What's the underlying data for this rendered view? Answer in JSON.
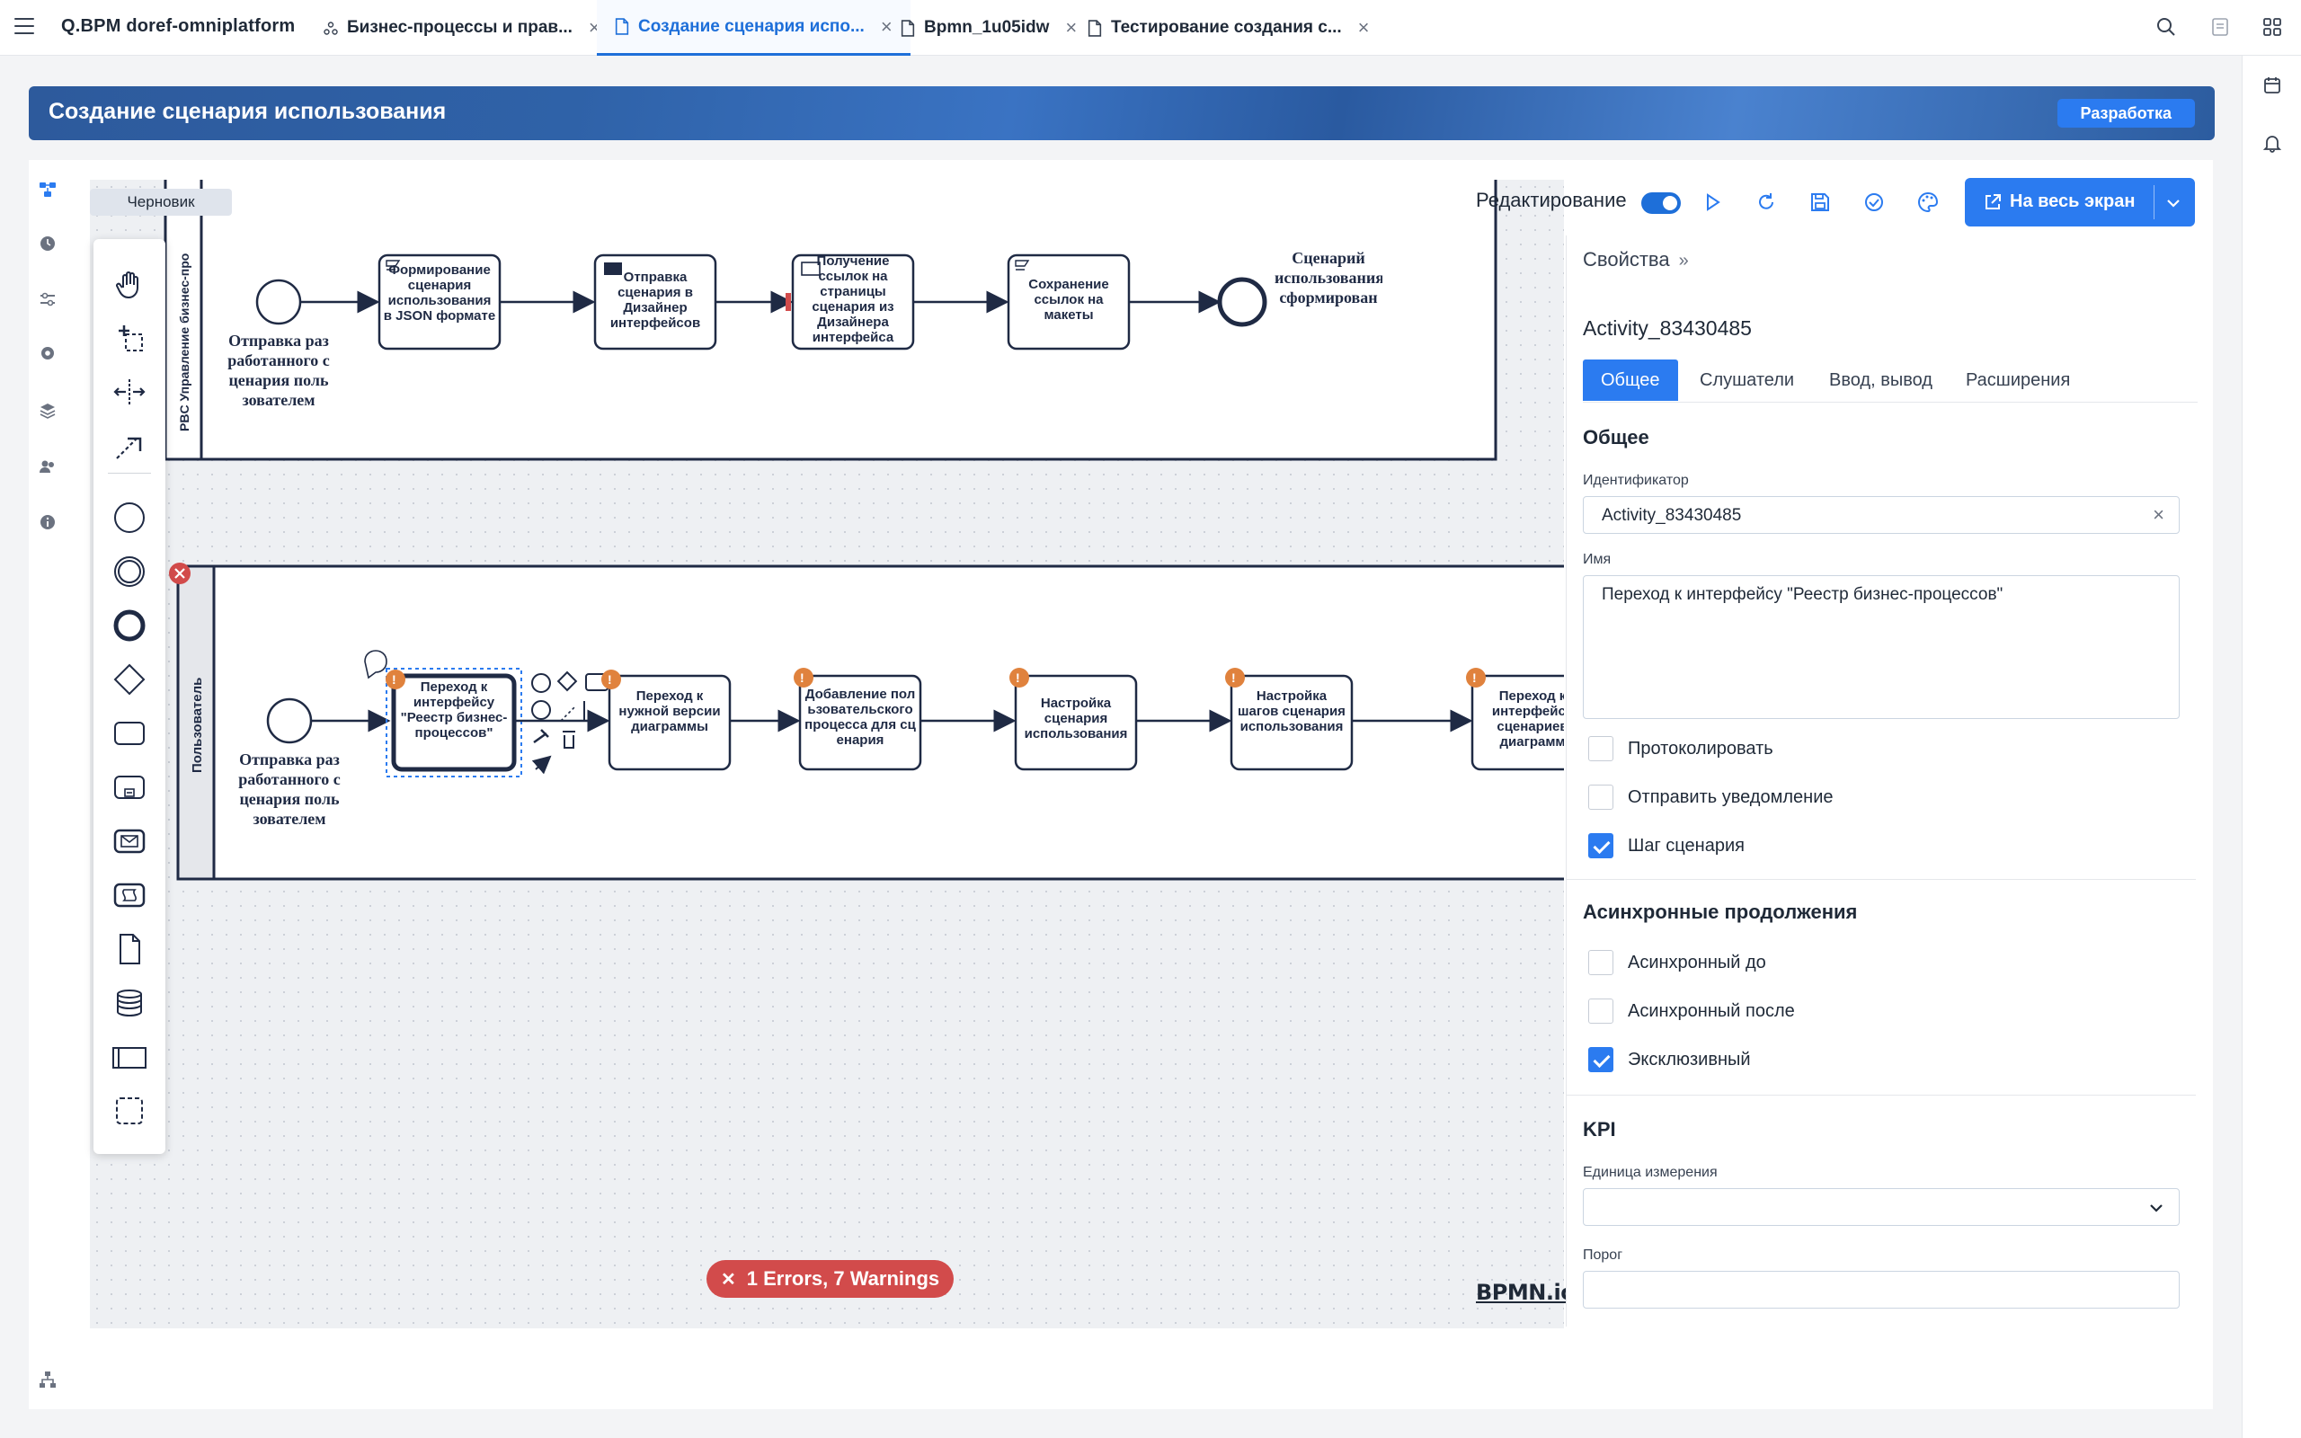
{
  "app": {
    "title": "Q.BPM doref-omniplatform"
  },
  "tabs": [
    {
      "label": "Бизнес-процессы и прав..."
    },
    {
      "label": "Создание сценария испо..."
    },
    {
      "label": "Bpmn_1u05idw"
    },
    {
      "label": "Тестирование создания с..."
    }
  ],
  "header": {
    "title": "Создание сценария использования",
    "env_badge": "Разработка"
  },
  "canvas": {
    "status_badge": "Черновик",
    "pool1": {
      "label": "PBC Управление бизнес-про",
      "start_label": "Отправка разработанного сценария пользователем",
      "tasks": [
        "Формирование сценария использования в JSON формате",
        "Отправка сценария в Дизайнер интерфейсов",
        "Получение ссылок на страницы сценария из Дизайнера интерфейса",
        "Сохранение ссылок на макеты"
      ],
      "end_label": "Сценарий использования сформирован"
    },
    "pool2": {
      "label": "Пользователь",
      "start_label": "Отправка разработанного сценария пользователем",
      "tasks": [
        "Переход к интерфейсу \"Реестр бизнес-процессов\"",
        "Переход к нужной версии диаграммы",
        "Добавление пользовательского процесса для сценария",
        "Настройка сценария использования",
        "Настройка шагов сценария использования",
        "Переход к интерфейсу сценариев диаграмм"
      ]
    },
    "error_summary": "1 Errors, 7 Warnings",
    "logo": "BPMN.io"
  },
  "toolbar": {
    "edit_label": "Редактирование",
    "fullscreen_label": "На весь экран"
  },
  "properties": {
    "title": "Свойства",
    "element_id": "Activity_83430485",
    "tabs": [
      "Общее",
      "Слушатели",
      "Ввод, вывод",
      "Расширения"
    ],
    "general": {
      "heading": "Общее",
      "id_label": "Идентификатор",
      "id_value": "Activity_83430485",
      "name_label": "Имя",
      "name_value": "Переход к интерфейсу \"Реестр бизнес-процессов\"",
      "checkboxes": [
        {
          "label": "Протоколировать",
          "checked": false
        },
        {
          "label": "Отправить уведомление",
          "checked": false
        },
        {
          "label": "Шаг сценария",
          "checked": true
        }
      ]
    },
    "async": {
      "heading": "Асинхронные продолжения",
      "checkboxes": [
        {
          "label": "Асинхронный до",
          "checked": false
        },
        {
          "label": "Асинхронный после",
          "checked": false
        },
        {
          "label": "Эксклюзивный",
          "checked": true
        }
      ]
    },
    "kpi": {
      "heading": "KPI",
      "unit_label": "Единица измерения",
      "unit_value": "",
      "threshold_label": "Порог",
      "threshold_value": ""
    }
  },
  "colors": {
    "accent": "#2b7bf0",
    "error": "#d24b4b",
    "warning": "#e0823d",
    "banner": "#2f62a8"
  }
}
